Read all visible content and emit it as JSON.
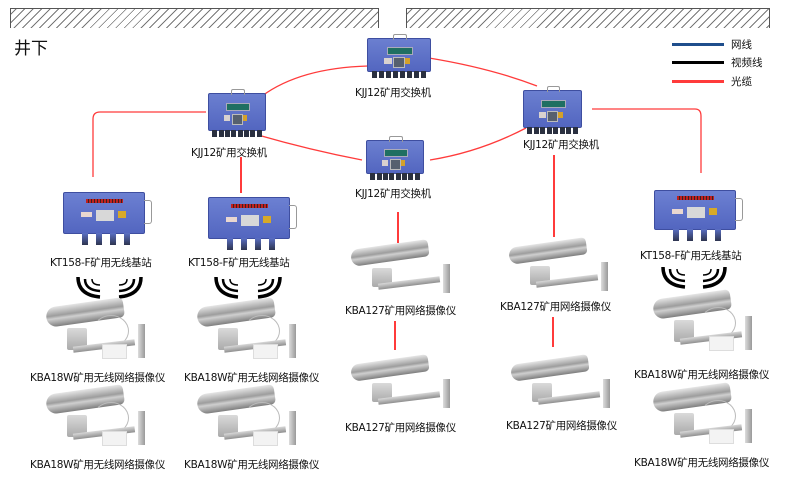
{
  "title": "井下",
  "legend": [
    {
      "label": "网线",
      "color": "#1f4e8c"
    },
    {
      "label": "视频线",
      "color": "#000000"
    },
    {
      "label": "光缆",
      "color": "#ff3b3b"
    }
  ],
  "colors": {
    "fiber": "#ff3b3b",
    "switch_blue": "#5a6dc6"
  },
  "devices": {
    "switch_top": {
      "label": "KJJ12矿用交换机"
    },
    "switch_left": {
      "label": "KJJ12矿用交换机"
    },
    "switch_center": {
      "label": "KJJ12矿用交换机"
    },
    "switch_right": {
      "label": "KJJ12矿用交换机"
    },
    "base_station_1": {
      "label": "KT158-F矿用无线基站"
    },
    "base_station_2": {
      "label": "KT158-F矿用无线基站"
    },
    "base_station_3": {
      "label": "KT158-F矿用无线基站"
    },
    "cameras": [
      {
        "label": "KBA18W矿用无线网络摄像仪"
      },
      {
        "label": "KBA18W矿用无线网络摄像仪"
      },
      {
        "label": "KBA18W矿用无线网络摄像仪"
      },
      {
        "label": "KBA18W矿用无线网络摄像仪"
      },
      {
        "label": "KBA127矿用网络摄像仪"
      },
      {
        "label": "KBA127矿用网络摄像仪"
      },
      {
        "label": "KBA127矿用网络摄像仪"
      },
      {
        "label": "KBA127矿用网络摄像仪"
      },
      {
        "label": "KBA18W矿用无线网络摄像仪"
      },
      {
        "label": "KBA18W矿用无线网络摄像仪"
      }
    ]
  }
}
